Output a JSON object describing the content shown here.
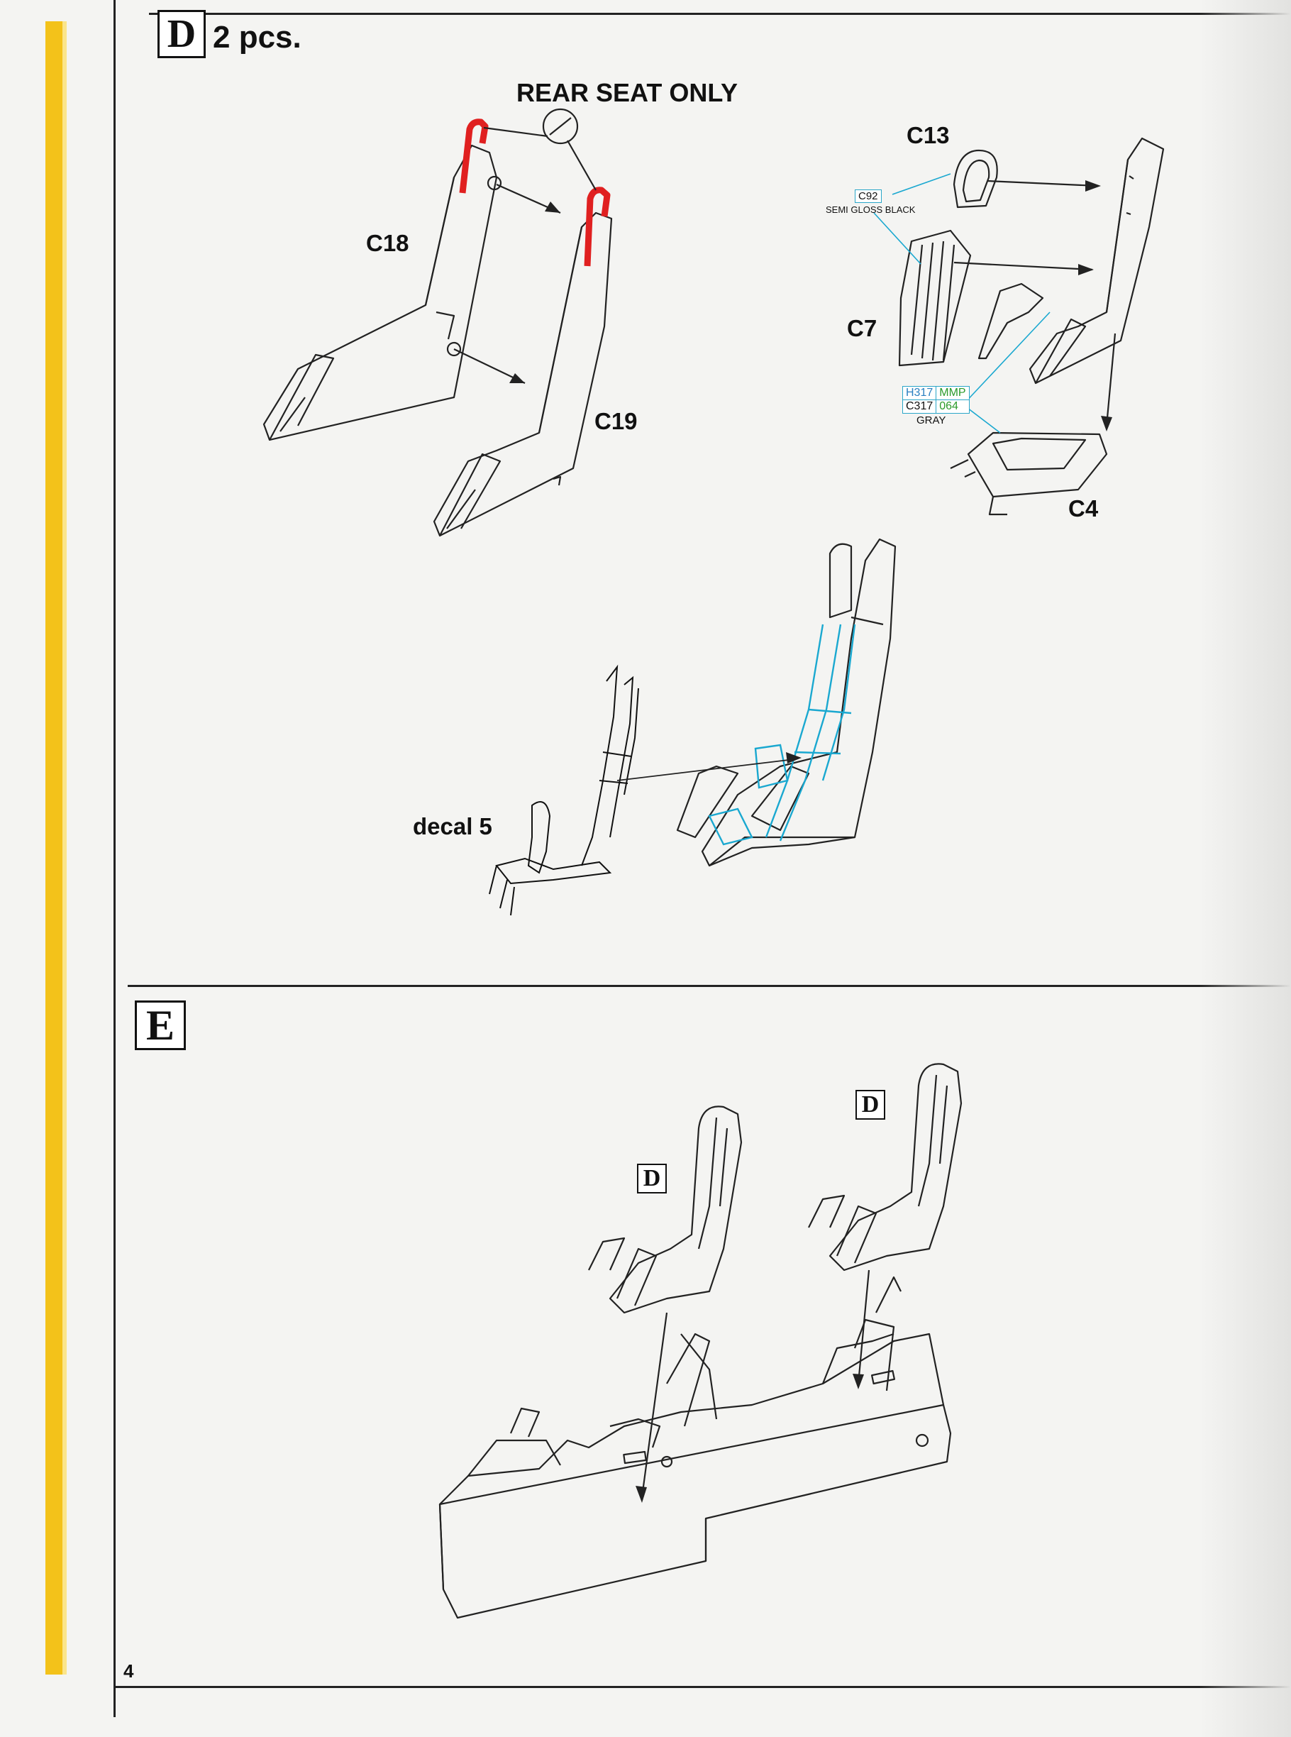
{
  "step_d": {
    "letter": "D",
    "quantity": "2 pcs.",
    "rear_seat_note": "REAR SEAT ONLY",
    "parts": {
      "c18": "C18",
      "c19": "C19",
      "c13": "C13",
      "c7": "C7",
      "c4": "C4"
    },
    "paint_c92": {
      "code": "C92",
      "name": "SEMI GLOSS BLACK"
    },
    "paint_gray": {
      "h_code": "H317",
      "mmp": "MMP",
      "c_code": "C317",
      "mmp_code": "064",
      "name": "GRAY"
    },
    "decal": "decal 5"
  },
  "step_e": {
    "letter": "E",
    "seat_marker_left": "D",
    "seat_marker_right": "D"
  },
  "page_number": "4",
  "colors": {
    "highlight_red": "#e02020",
    "highlight_cyan": "#1aa8d0",
    "accent_yellow": "#f3c21a"
  }
}
